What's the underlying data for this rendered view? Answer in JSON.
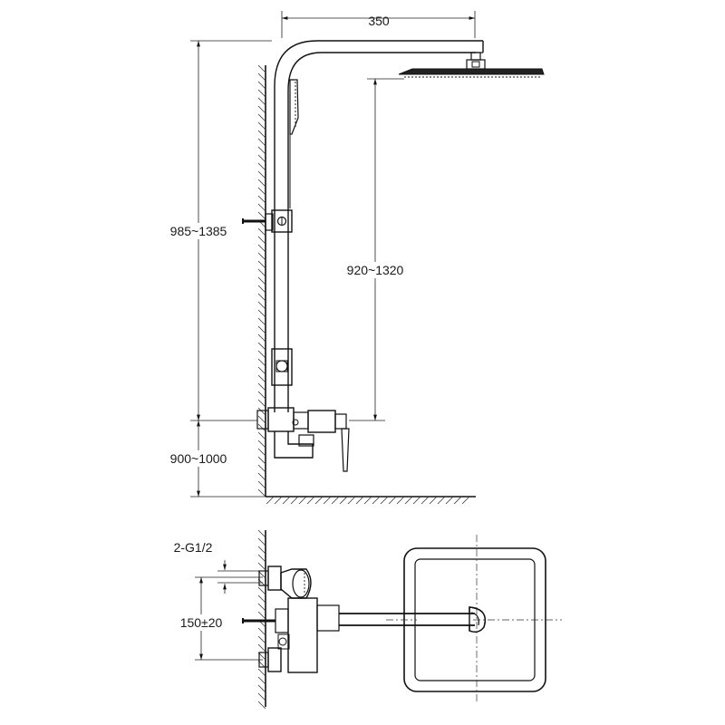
{
  "dimensions": {
    "arm_length": "350",
    "total_height": "985~1385",
    "head_height": "920~1320",
    "mixer_height": "900~1000",
    "inlet_thread": "2-G1/2",
    "inlet_spacing": "150±20"
  }
}
